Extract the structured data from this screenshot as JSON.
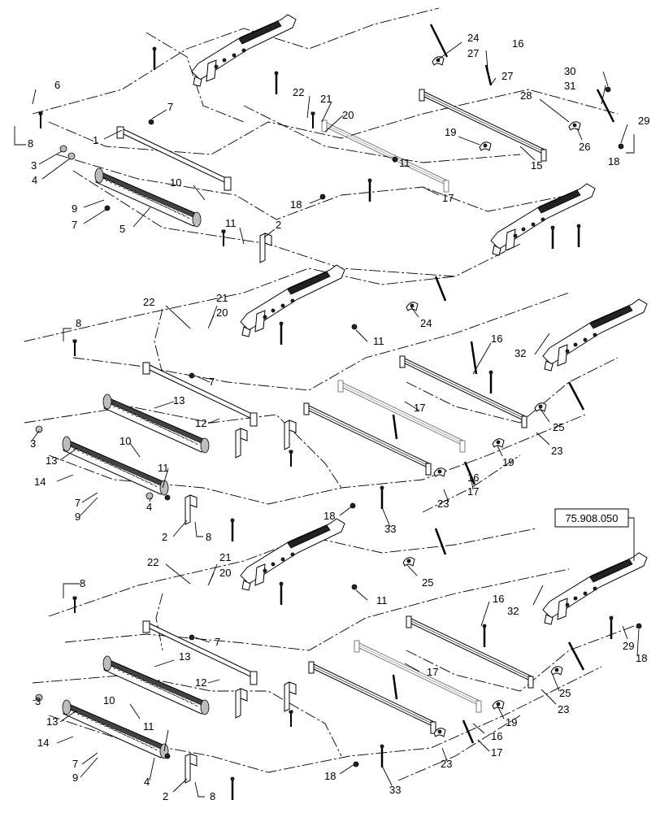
{
  "reference_link": "75.908.050",
  "callouts": {
    "a": {
      "p6": "6",
      "p7a": "7",
      "p1": "1",
      "p8": "8",
      "p3": "3",
      "p4": "4",
      "p10": "10",
      "p9": "9",
      "p7b": "7",
      "p5": "5",
      "p11a": "11",
      "p2": "2",
      "p22": "22",
      "p21": "21",
      "p20": "20",
      "p18a": "18",
      "p11b": "11",
      "p17": "17",
      "p19": "19",
      "p15": "15",
      "p24": "24",
      "p27a": "27",
      "p16": "16",
      "p27b": "27",
      "p28": "28",
      "p30": "30",
      "p31": "31",
      "p29": "29",
      "p26": "26",
      "p18b": "18"
    },
    "b": {
      "p22": "22",
      "p21": "21",
      "p20": "20",
      "p8a": "8",
      "p7a": "7",
      "p13a": "13",
      "p12": "12",
      "p3": "3",
      "p13b": "13",
      "p10": "10",
      "p11a": "11",
      "p14": "14",
      "p7b": "7",
      "p9": "9",
      "p4": "4",
      "p2": "2",
      "p8b": "8",
      "p24": "24",
      "p11b": "11",
      "p16": "16",
      "p32": "32",
      "p17a": "17",
      "p25": "25",
      "p23a": "23",
      "p19": "19",
      "p16b": "16",
      "p17b": "17",
      "p23b": "23",
      "p18": "18",
      "p33": "33"
    },
    "c": {
      "p22": "22",
      "p21": "21",
      "p20": "20",
      "p8a": "8",
      "p7a": "7",
      "p13a": "13",
      "p12": "12",
      "p3": "3",
      "p13b": "13",
      "p10": "10",
      "p11a": "11",
      "p14": "14",
      "p7b": "7",
      "p9": "9",
      "p4": "4",
      "p2": "2",
      "p8b": "8",
      "p25a": "25",
      "p11b": "11",
      "p16": "16",
      "p32": "32",
      "p29": "29",
      "p18a": "18",
      "p17": "17",
      "p25b": "25",
      "p23a": "23",
      "p19": "19",
      "p16b": "16",
      "p17b": "17",
      "p23b": "23",
      "p18b": "18",
      "p33": "33"
    }
  }
}
